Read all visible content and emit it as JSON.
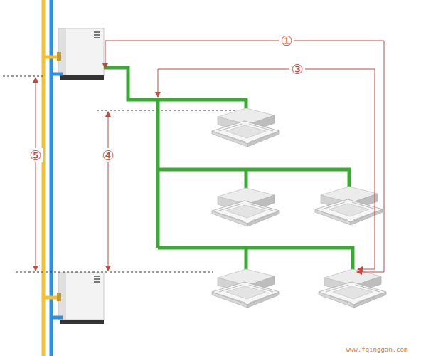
{
  "diagram": {
    "labels": [
      "①",
      "③",
      "④",
      "⑤",
      "www.fqinggan.com"
    ]
  }
}
